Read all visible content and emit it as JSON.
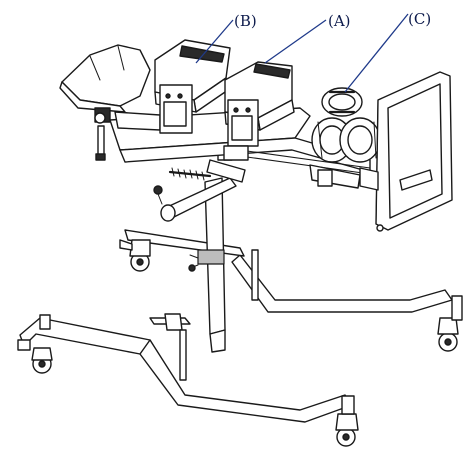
{
  "figure": {
    "callouts": [
      {
        "id": "A",
        "text": "(A)"
      },
      {
        "id": "B",
        "text": "(B)"
      },
      {
        "id": "C",
        "text": "(C)"
      }
    ],
    "colors": {
      "line": "#1a1a1a",
      "label": "#0d1b4c",
      "leader": "#1f3a8a",
      "background": "#ffffff"
    }
  }
}
